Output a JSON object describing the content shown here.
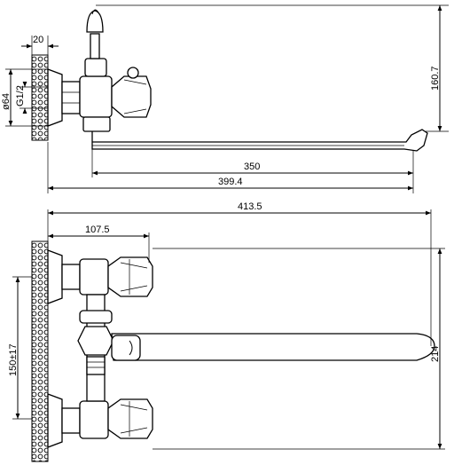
{
  "dimensions": {
    "wall_thickness": "20",
    "nut_diameter": "ø64",
    "thread": "G1/2",
    "height": "160.7",
    "spout_reach": "350",
    "total_reach": "399.4",
    "overall_length": "413.5",
    "center_offset": "107.5",
    "inlet_spacing": "150±17",
    "overall_width": "214"
  }
}
